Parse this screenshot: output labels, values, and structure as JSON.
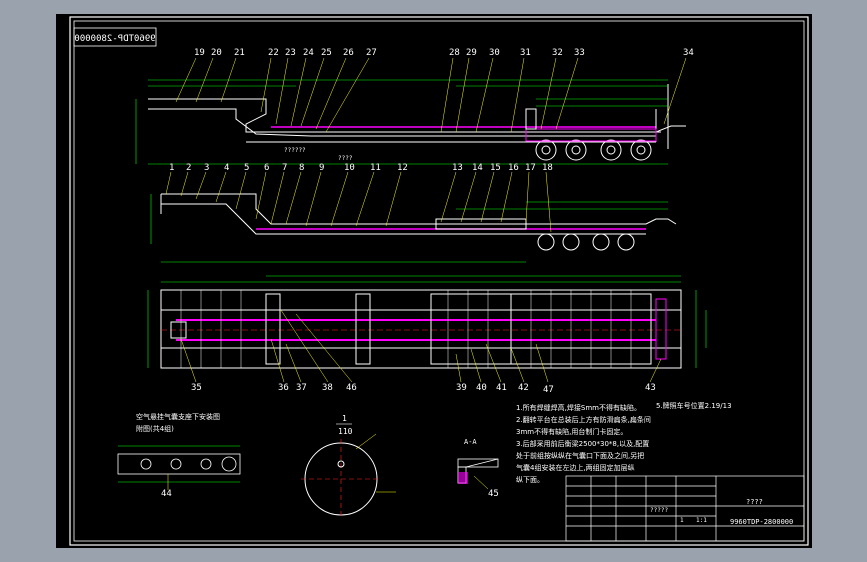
{
  "drawing_code_mirrored": "9960TDP-2800000",
  "drawing_code": "9960TDP-2800000",
  "title_block_name": "????",
  "title_block_cells": [
    "?????",
    "1",
    "1:1"
  ],
  "side_view_top": {
    "callouts": [
      "19",
      "20",
      "21",
      "22",
      "23",
      "24",
      "25",
      "26",
      "27",
      "28",
      "29",
      "30",
      "31",
      "32",
      "33",
      "34"
    ],
    "note": "??????",
    "note2": "????"
  },
  "side_view_mid": {
    "callouts": [
      "1",
      "2",
      "3",
      "4",
      "5",
      "6",
      "7",
      "8",
      "9",
      "10",
      "11",
      "12",
      "13",
      "14",
      "15",
      "16",
      "17",
      "18"
    ]
  },
  "plan_view": {
    "callouts": [
      "35",
      "36",
      "37",
      "38",
      "46",
      "39",
      "40",
      "41",
      "42",
      "47",
      "43"
    ]
  },
  "detail_views": {
    "d44_title_line1": "空气悬挂气囊支座下安装图",
    "d44_title_line2": "附图(共4组)",
    "d44_label": "44",
    "d_circle_top": "1",
    "d_circle_bottom": "110",
    "d45_label": "45",
    "d45_section": "A-A"
  },
  "tech_notes": [
    "1.所有焊缝焊高,焊接Smm不得有缺陷。",
    "2.翻转平台在总装后上方有防滑扁条,扁条间",
    "3mm不得有缺陷,用台制门卡固定。",
    "3.后部采用前后衡梁2500*30*8,以及,配置",
    "处于前组按纵纵在气囊口下面及之间,另把",
    "气囊4组安装在左边上,两组固定加层纵",
    "纵下面。"
  ],
  "tech_note_right": "5.牌照车号位置2.19/13",
  "colors": {
    "line": "#ffffff",
    "dim": "#00ff00",
    "callout": "#ffff00",
    "frame": "#ff00ff",
    "red": "#ff2020",
    "cyan": "#00ffff"
  }
}
